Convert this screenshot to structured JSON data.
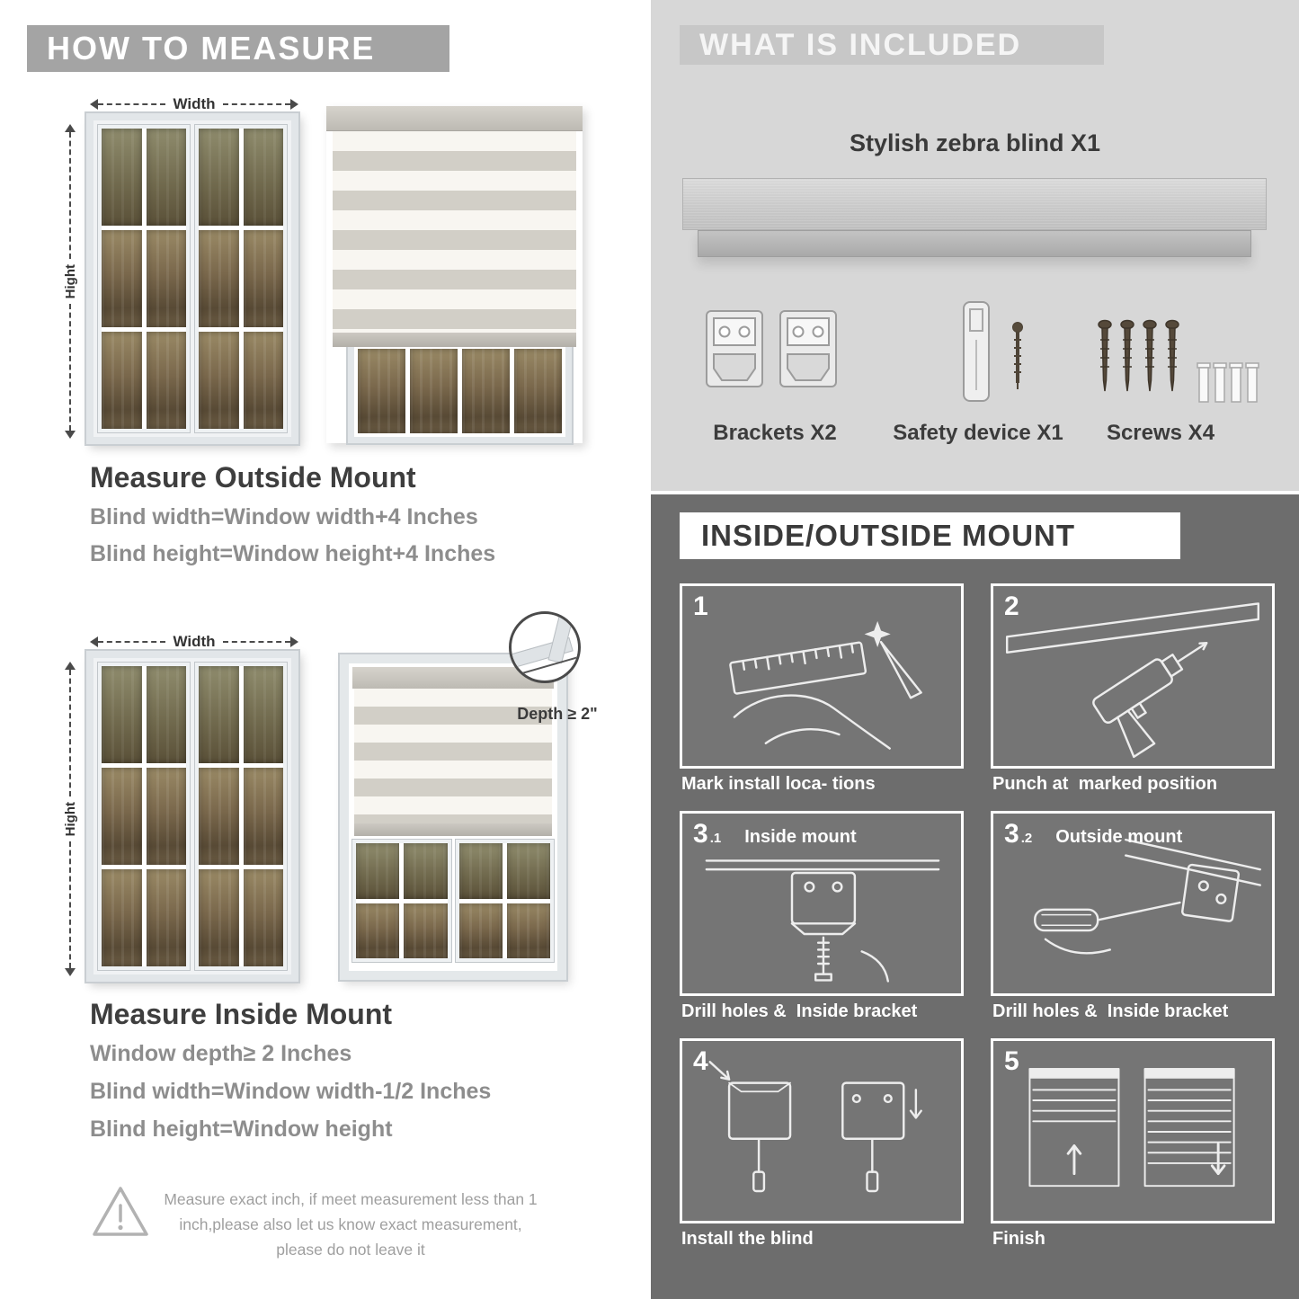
{
  "left": {
    "banner": "HOW TO MEASURE",
    "outside": {
      "width_label": "Width",
      "height_label": "Hight",
      "heading": "Measure Outside Mount",
      "line1": "Blind width=Window width+4 Inches",
      "line2": "Blind height=Window height+4 Inches"
    },
    "inside": {
      "width_label": "Width",
      "height_label": "Hight",
      "depth_callout": "Depth ≥ 2\"",
      "heading": "Measure Inside Mount",
      "line1": "Window depth≥ 2 Inches",
      "line2": "Blind width=Window width-1/2 Inches",
      "line3": "Blind height=Window height"
    },
    "warning": "Measure exact inch, if meet measurement less than 1 inch,please also let us know exact measurement, please do not leave it"
  },
  "included": {
    "banner": "WHAT IS INCLUDED",
    "product_title": "Stylish zebra blind X1",
    "labels": {
      "brackets": "Brackets X2",
      "safety": "Safety device X1",
      "screws": "Screws X4"
    }
  },
  "mount": {
    "banner": "INSIDE/OUTSIDE MOUNT",
    "steps": [
      {
        "num": "1",
        "sub": "",
        "title": "",
        "caption": "Mark install loca- tions"
      },
      {
        "num": "2",
        "sub": "",
        "title": "",
        "caption": "Punch at  marked position"
      },
      {
        "num": "3",
        "sub": ".1",
        "title": "Inside mount",
        "caption": "Drill holes &  Inside bracket"
      },
      {
        "num": "3",
        "sub": ".2",
        "title": "Outside mount",
        "caption": "Drill holes &  Inside bracket"
      },
      {
        "num": "4",
        "sub": "",
        "title": "",
        "caption": "Install the blind"
      },
      {
        "num": "5",
        "sub": "",
        "title": "",
        "caption": "Finish"
      }
    ]
  },
  "colors": {
    "banner_gray": "#a4a4a4",
    "included_bg": "#d7d7d7",
    "mount_bg": "#6d6d6d",
    "heading_dark": "#3e3e3e",
    "body_gray": "#8d8d8d"
  }
}
